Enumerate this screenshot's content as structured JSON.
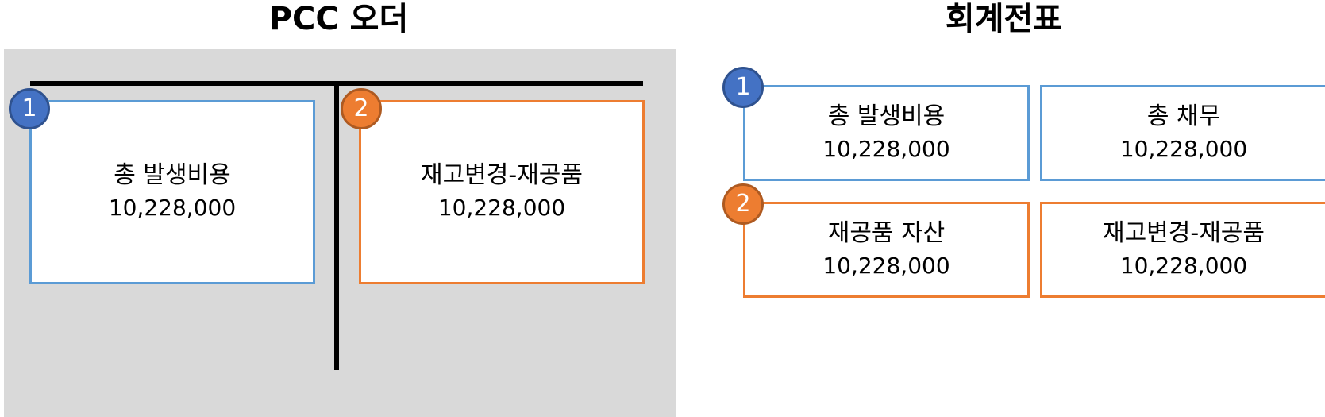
{
  "titles": {
    "left": "PCC 오더",
    "right": "회계전표"
  },
  "colors": {
    "blue_border": "#5b9bd5",
    "orange_border": "#ed7d31",
    "blue_badge": "#4472c4",
    "orange_badge": "#ed7d31",
    "panel_background": "#d9d9d9"
  },
  "pcc_order": {
    "left_box": {
      "badge": "1",
      "label": "총 발생비용",
      "amount": "10,228,000"
    },
    "right_box": {
      "badge": "2",
      "label": "재고변경-재공품",
      "amount": "10,228,000"
    }
  },
  "journal": {
    "row1": {
      "badge": "1",
      "left": {
        "label": "총 발생비용",
        "amount": "10,228,000"
      },
      "right": {
        "label": "총 채무",
        "amount": "10,228,000"
      }
    },
    "row2": {
      "badge": "2",
      "left": {
        "label": "재공품 자산",
        "amount": "10,228,000"
      },
      "right": {
        "label": "재고변경-재공품",
        "amount": "10,228,000"
      }
    }
  }
}
